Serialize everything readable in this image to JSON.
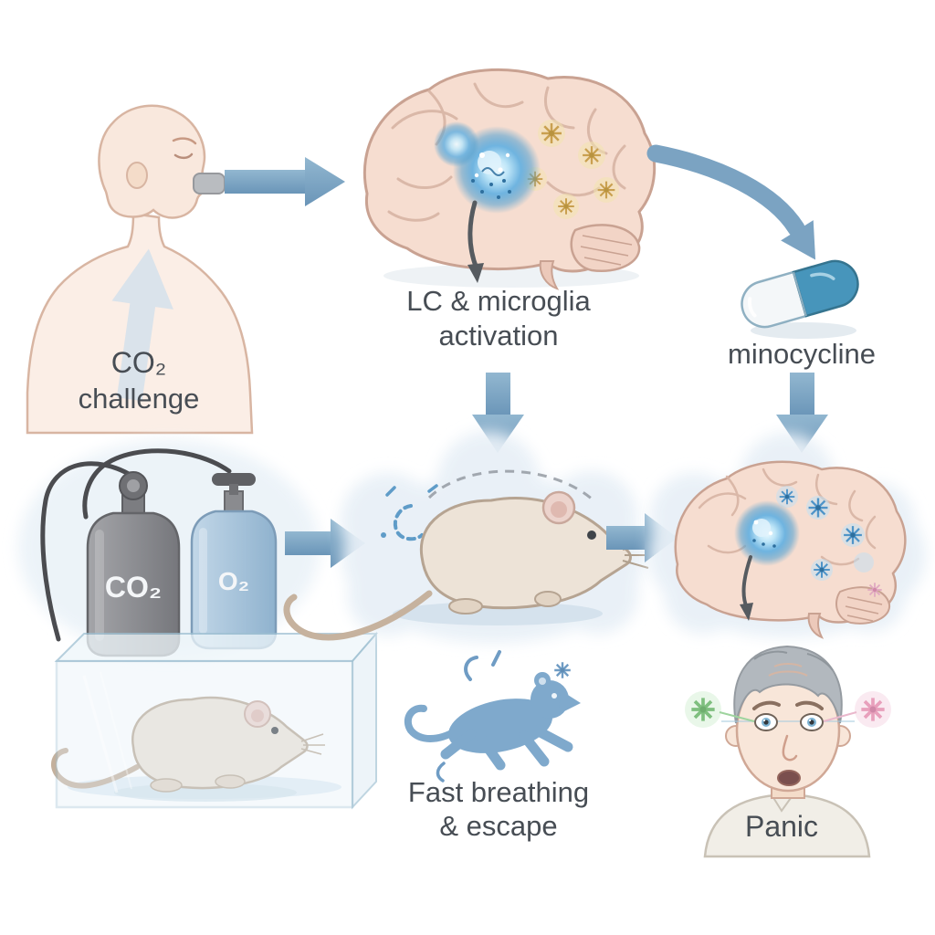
{
  "diagram": {
    "human": {
      "label_line1": "CO₂",
      "label_line2": "challenge"
    },
    "brain_top": {
      "label_line1": "LC & microglia",
      "label_line2": "activation"
    },
    "capsule": {
      "label": "minocycline"
    },
    "cylinders": {
      "co2_label": "CO₂",
      "o2_label": "O₂"
    },
    "outcome_behavior": {
      "label_line1": "Fast breathing",
      "label_line2": "& escape"
    },
    "outcome_panic": {
      "label": "Panic"
    }
  },
  "palette": {
    "arrow_blue": "#7ba3c2",
    "label_text": "#474d54",
    "skin": "#f8e6d9",
    "brain_fill": "#f6ddd0",
    "brain_outline": "#c9a292",
    "lc_glow_blue": "#58a8d8",
    "microglia_yellow": "#c9a050",
    "microglia_blue": "#4f94c8",
    "cloud_fill": "#e9f1f8",
    "capsule_blue": "#4795bb",
    "capsule_white": "#f4f7f9",
    "cylinder_gray": "#8c8d91",
    "cylinder_blue": "#a9c7e0",
    "rat_fill": "#ede3d7",
    "rodent_icon_blue": "#7fa9cc",
    "panic_green": "#7fbf7f",
    "panic_pink": "#e8a0bc"
  }
}
